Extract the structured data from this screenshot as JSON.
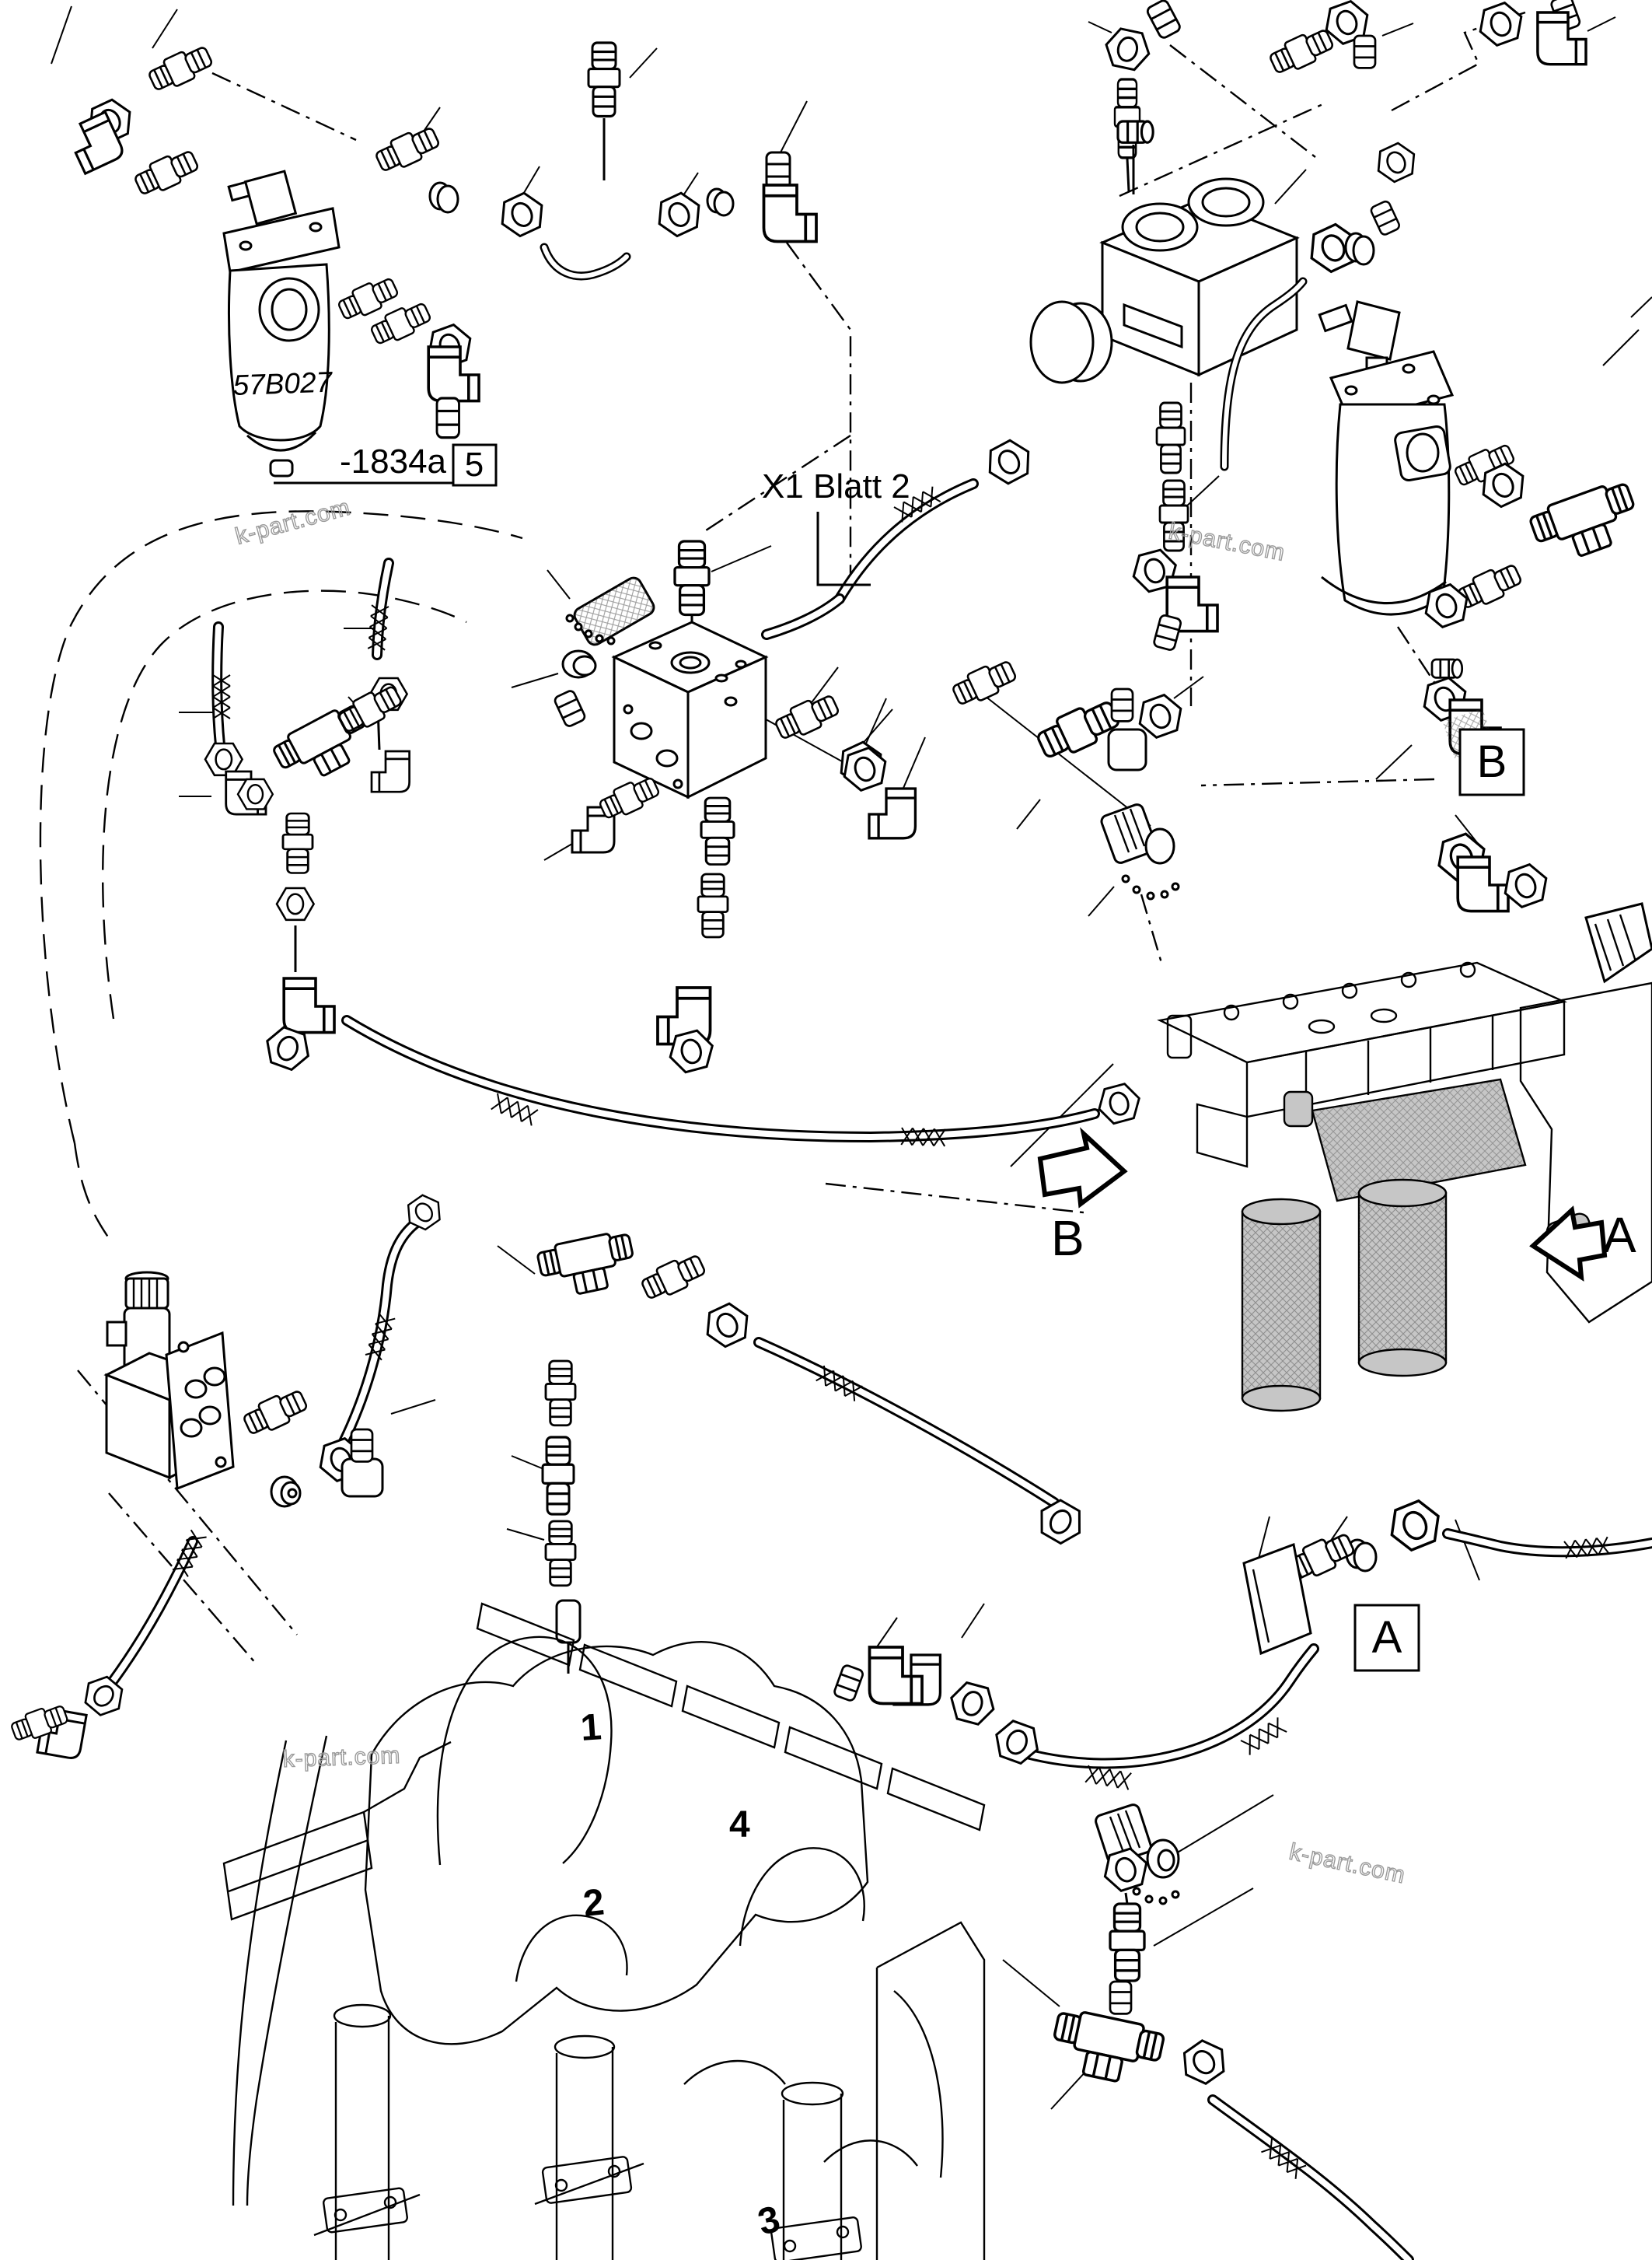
{
  "diagram": {
    "type": "exploded-parts-diagram",
    "subject": "hydraulic piping, filters and fittings of control valve assembly",
    "colors": {
      "background": "#ffffff",
      "line": "#000000",
      "watermark": "#9a9a9a",
      "shaded_part": "#c6c6c6"
    },
    "labels": {
      "filter_model": "57B027",
      "assembly_code": "-1834a",
      "assembly_item_no": "5",
      "sheet_reference": "X1 Blatt 2",
      "detail_b_box": "B",
      "view_b_arrow_letter": "B",
      "view_a_arrow_letter": "A",
      "detail_a_box": "A",
      "callout_1": "1",
      "callout_2": "2",
      "callout_3": "3",
      "callout_4": "4",
      "watermark": "k-part.com"
    },
    "components": [
      "inline-filter-57B027",
      "elbow-fitting",
      "union-fitting",
      "hex-nut",
      "bent-tube",
      "manifold-block",
      "pressure-valve-block",
      "return-filter",
      "tee-fitting",
      "test-point-coupling-with-cap",
      "braided-hose",
      "solenoid-pilot-valve",
      "main-control-valve-bank",
      "machine-location-inset",
      "routing-dash-line"
    ]
  }
}
